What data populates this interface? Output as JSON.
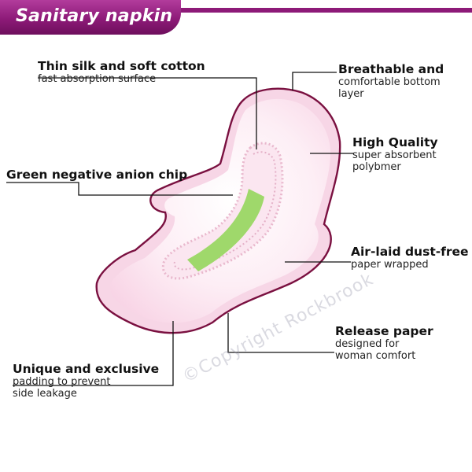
{
  "header": {
    "title": "Sanitary napkin"
  },
  "colors": {
    "brand": "#8d1a78",
    "outline": "#7a1040",
    "pad_fill": "#fde4ef",
    "chip": "#9fd86b",
    "leader": "#111111"
  },
  "labels": [
    {
      "id": "silk",
      "title": "Thin silk and soft cotton",
      "desc": [
        "fast absorption surface"
      ]
    },
    {
      "id": "breathable",
      "title": "Breathable and",
      "desc": [
        "comfortable bottom",
        "layer"
      ]
    },
    {
      "id": "quality",
      "title": "High Quality",
      "desc": [
        "super absorbent",
        "polybmer"
      ]
    },
    {
      "id": "anion",
      "title": "Green negative anion chip",
      "desc": []
    },
    {
      "id": "airlaid",
      "title": "Air-laid dust-free",
      "desc": [
        "paper wrapped"
      ]
    },
    {
      "id": "release",
      "title": "Release paper",
      "desc": [
        "designed for",
        "woman comfort"
      ]
    },
    {
      "id": "unique",
      "title": "Unique and exclusive",
      "desc": [
        "padding to prevent",
        "side leakage"
      ]
    }
  ],
  "watermark": "©Copyright Rockbrook"
}
